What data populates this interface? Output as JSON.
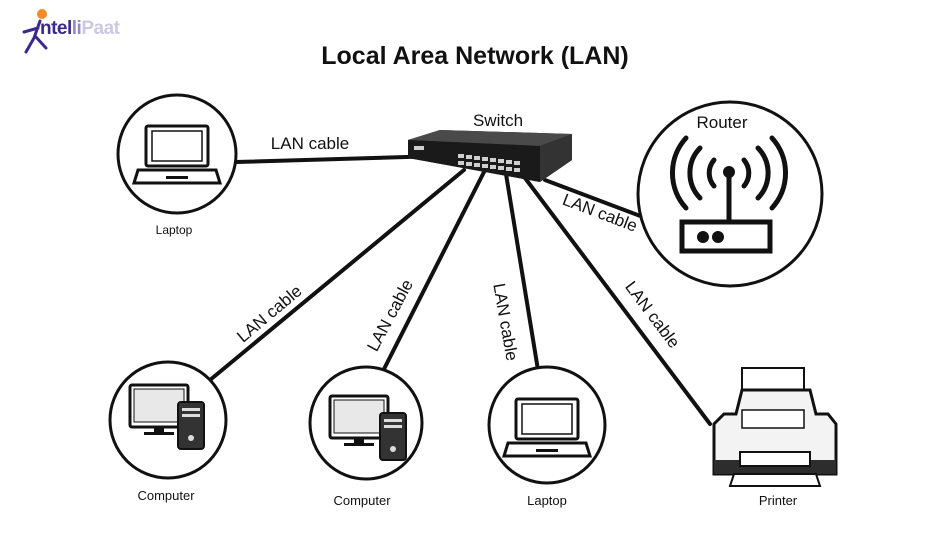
{
  "logo": {
    "text_main": "ntel",
    "text_faded": "li",
    "text_tail": "Paat"
  },
  "title": "Local Area Network (LAN)",
  "switch_label": "Switch",
  "router_label": "Router",
  "cable_label": "LAN cable",
  "devices": {
    "laptop_top": "Laptop",
    "computer_left": "Computer",
    "computer_mid": "Computer",
    "laptop_bottom": "Laptop",
    "printer": "Printer"
  },
  "colors": {
    "accent": "#3b2a8c",
    "logo_orange": "#f28c28",
    "line": "#111111"
  }
}
